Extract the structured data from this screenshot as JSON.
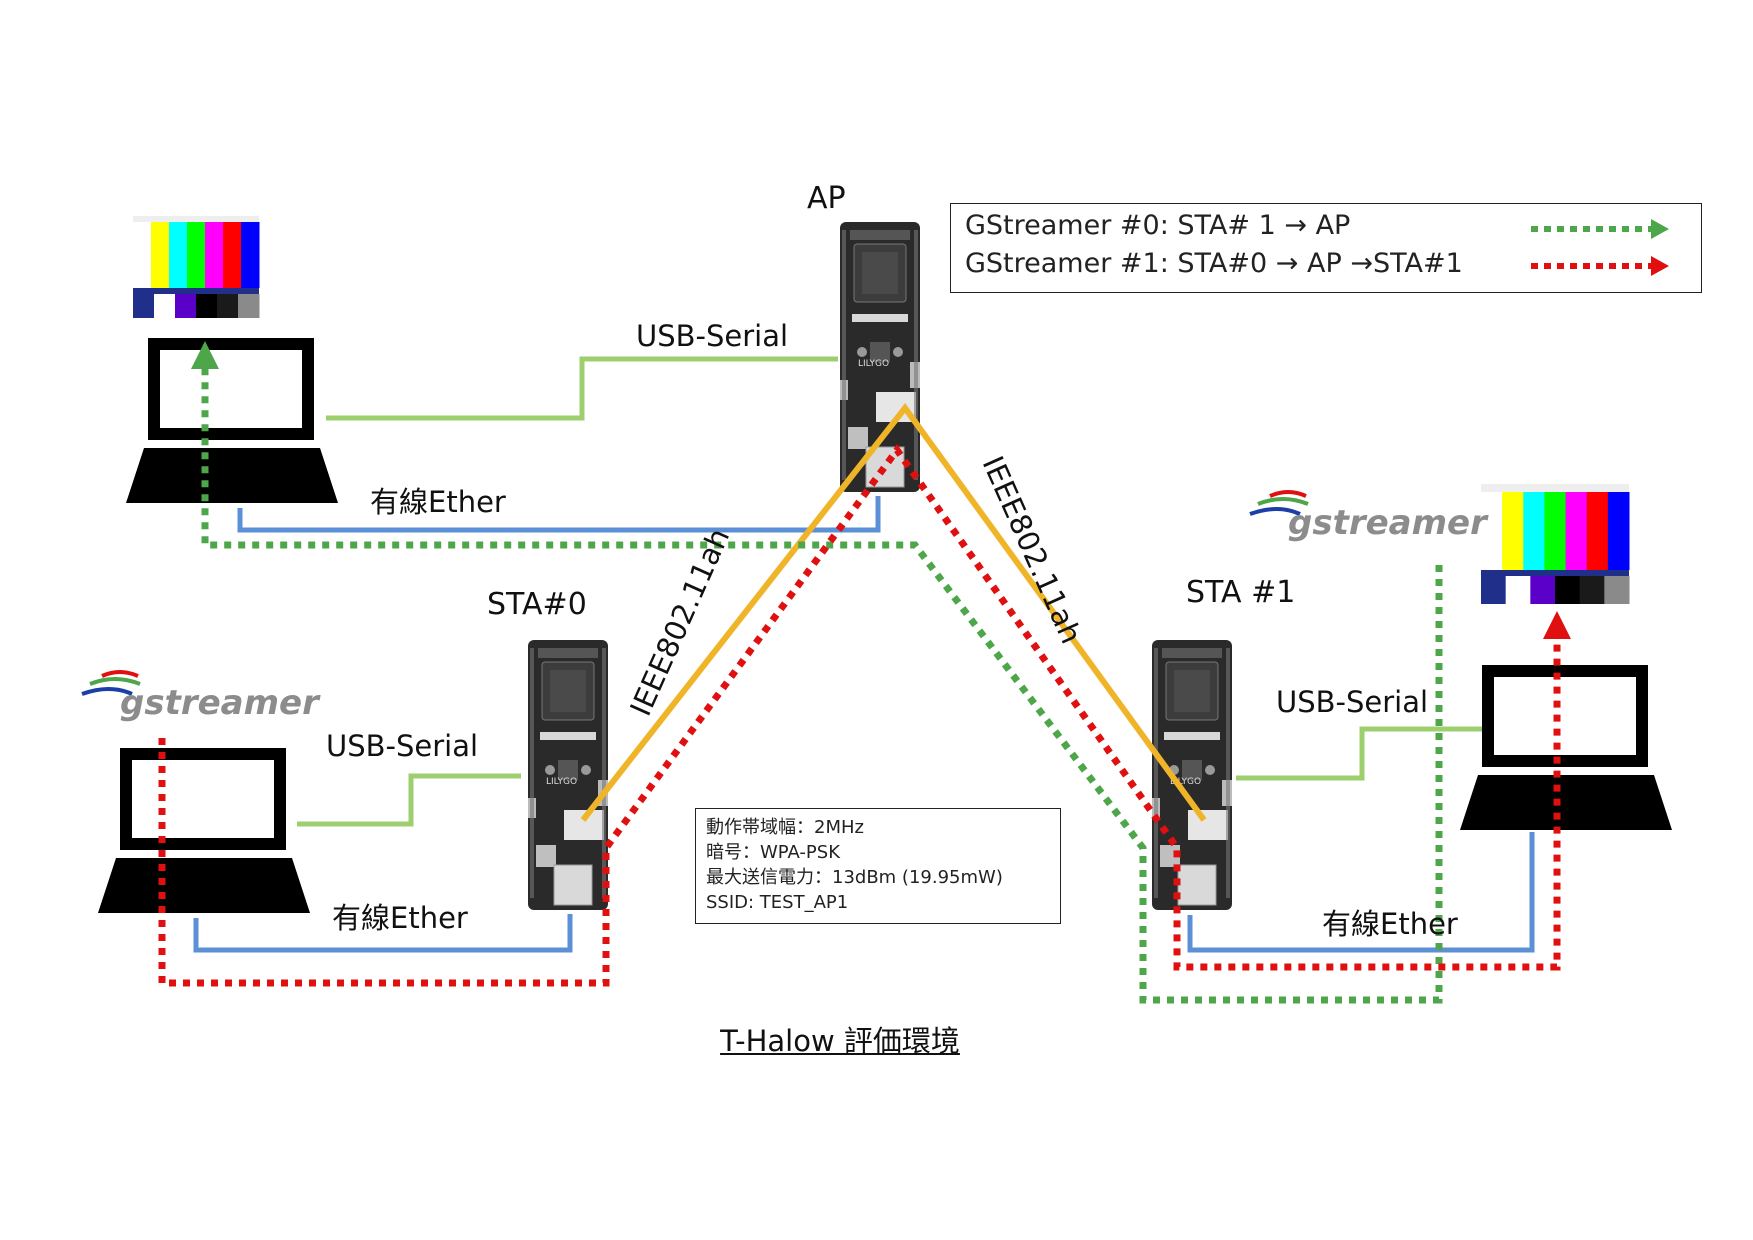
{
  "nodes": {
    "ap": "AP",
    "sta0": "STA#0",
    "sta1": "STA #1"
  },
  "links": {
    "usb_serial": "USB-Serial",
    "wired_ether": "有線Ether",
    "wireless": "IEEE802.11ah"
  },
  "board_labels": {
    "brand": "LILYGO"
  },
  "logo": {
    "text": "gstreamer"
  },
  "legend": {
    "row0": "GStreamer #0: STA# 1 → AP",
    "row1": "GStreamer #1: STA#0 → AP →STA#1"
  },
  "info": {
    "bandwidth": "動作帯域幅：2MHz",
    "encryption": "暗号：WPA-PSK",
    "max_power": "最大送信電力：13dBm (19.95mW)",
    "ssid": "SSID: TEST_AP1"
  },
  "caption": "T-Halow 評価環境",
  "colors": {
    "usb_serial": "#9dcf6f",
    "ether": "#5b8fd6",
    "wireless": "#f0b429",
    "stream0": "#4ea64a",
    "stream1": "#e01010",
    "board": "#2d2d2d"
  },
  "test_pattern": {
    "top_bars": [
      "#ffffff",
      "#ffff00",
      "#00ffff",
      "#00ff00",
      "#ff00ff",
      "#ff0000",
      "#0000ff"
    ],
    "bottom_blocks": [
      "#1f2f8a",
      "#ffffff",
      "#5a00c8",
      "#000000",
      "#1a1a1a",
      "#8a8a8a"
    ]
  }
}
